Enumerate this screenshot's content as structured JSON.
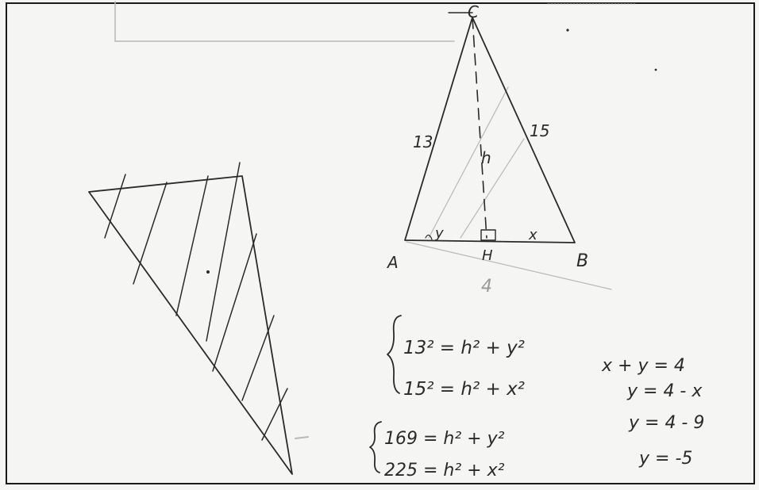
{
  "labels": {
    "vertex_c": "C",
    "vertex_a": "A",
    "vertex_b": "B",
    "foot_h": "H",
    "side_ac": "13",
    "side_bc": "15",
    "height": "h",
    "seg_y": "y",
    "seg_x": "x",
    "base_total": "4"
  },
  "equations": {
    "sys1_line1": "13² = h² + y²",
    "sys1_line2": "15² = h² + x²",
    "sys2_line1": "169 = h² + y²",
    "sys2_line2": "225 = h² + x²",
    "rhs1": "x + y = 4",
    "rhs2": "y = 4 - x",
    "rhs3": "y = 4 - 9",
    "rhs4": "y = -5"
  },
  "colors": {
    "paper": "#f5f5f3",
    "ink": "#2a2a2a",
    "faint": "#b8b8b8"
  }
}
